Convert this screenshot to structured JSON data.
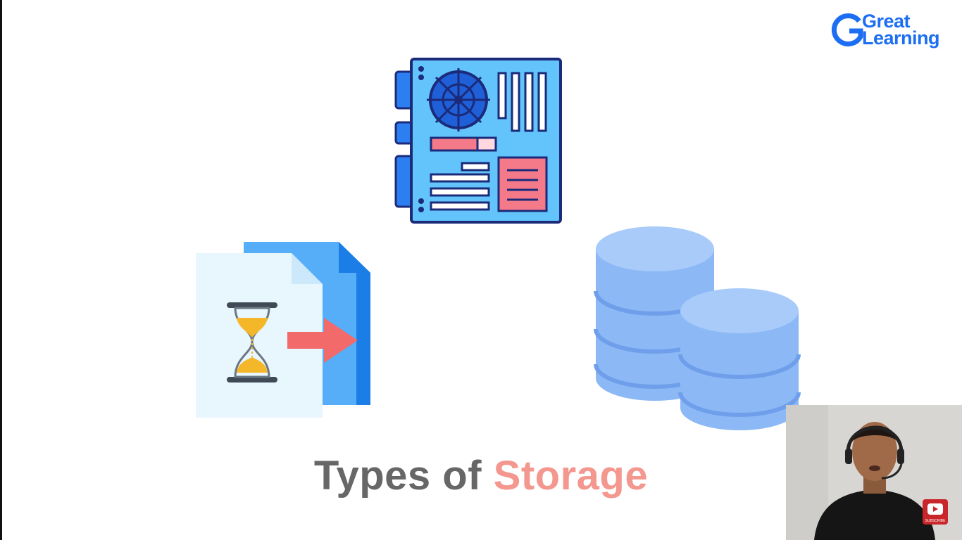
{
  "brand": {
    "line1": "Great",
    "line2": "Learning",
    "color": "#1c6ef2"
  },
  "slide": {
    "title_part1": "Types of",
    "title_part2": "Storage",
    "title_color1": "#676767",
    "title_color2": "#f4978e"
  },
  "icons": {
    "motherboard": "motherboard-icon",
    "temporary_files": "temporary-file-transfer-icon",
    "database": "database-icon"
  },
  "webcam": {
    "subscribe_label": "SUBSCRIBE"
  }
}
